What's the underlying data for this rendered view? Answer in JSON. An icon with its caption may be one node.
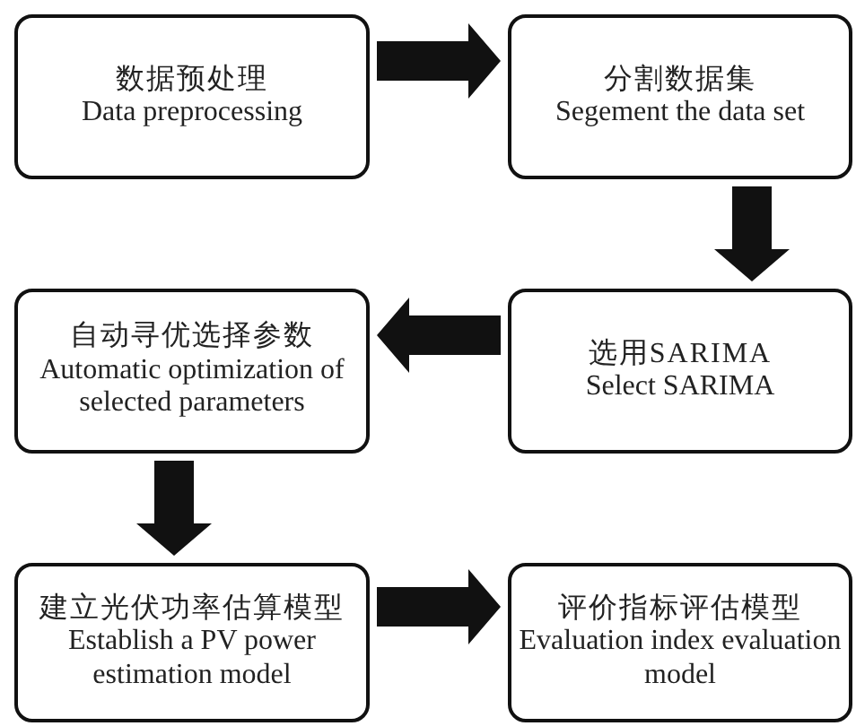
{
  "diagram": {
    "nodes": [
      {
        "text": [
          "数据预处理",
          "Data preprocessing"
        ]
      },
      {
        "text": [
          "分割数据集",
          "Segement the data set"
        ]
      },
      {
        "text": [
          "选用SARIMA",
          "Select SARIMA"
        ]
      },
      {
        "text": [
          "自动寻优选择参数",
          "Automatic optimization of selected parameters"
        ]
      },
      {
        "text": [
          "建立光伏功率估算模型",
          "Establish a PV power estimation model"
        ]
      },
      {
        "text": [
          "评价指标评估模型",
          "Evaluation index evaluation model"
        ]
      }
    ],
    "edges": [
      {
        "from": 0,
        "to": 1,
        "arrow": "to",
        "style": "thick"
      },
      {
        "from": 1,
        "to": 2,
        "arrow": "to",
        "style": "thick"
      },
      {
        "from": 2,
        "to": 3,
        "arrow": "to",
        "style": "thick"
      },
      {
        "from": 3,
        "to": 4,
        "arrow": "to",
        "style": "thick"
      },
      {
        "from": 4,
        "to": 5,
        "arrow": "to",
        "style": "thick"
      }
    ]
  }
}
